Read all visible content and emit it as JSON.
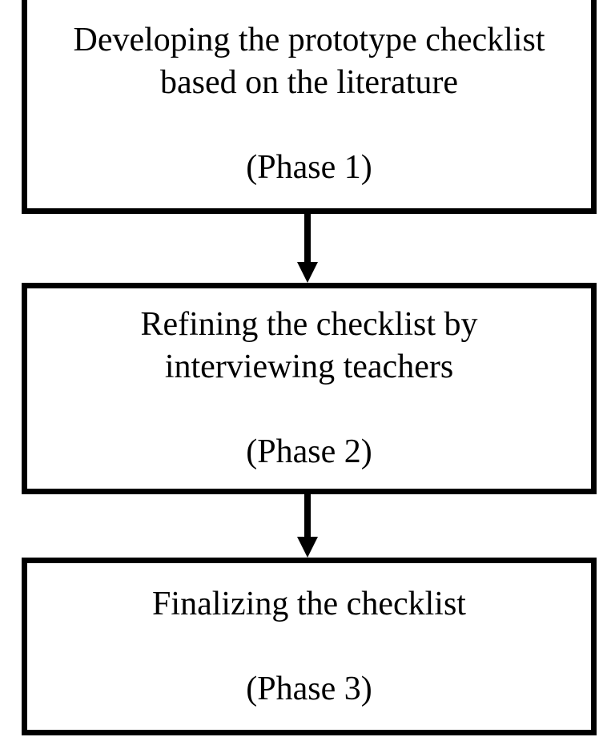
{
  "diagram": {
    "type": "flowchart",
    "background_color": "#ffffff",
    "stroke_color": "#000000",
    "text_color": "#000000",
    "boxes": [
      {
        "name": "phase-1",
        "lines": [
          "Developing the prototype checklist",
          "based on the literature"
        ],
        "phase": "(Phase 1)"
      },
      {
        "name": "phase-2",
        "lines": [
          "Refining the checklist by",
          "interviewing teachers"
        ],
        "phase": "(Phase 2)"
      },
      {
        "name": "phase-3",
        "lines": [
          "Finalizing the checklist"
        ],
        "phase": "(Phase 3)"
      }
    ],
    "connectors": [
      {
        "from": "phase-1",
        "to": "phase-2",
        "icon": "arrow-down-icon"
      },
      {
        "from": "phase-2",
        "to": "phase-3",
        "icon": "arrow-down-icon"
      }
    ]
  }
}
